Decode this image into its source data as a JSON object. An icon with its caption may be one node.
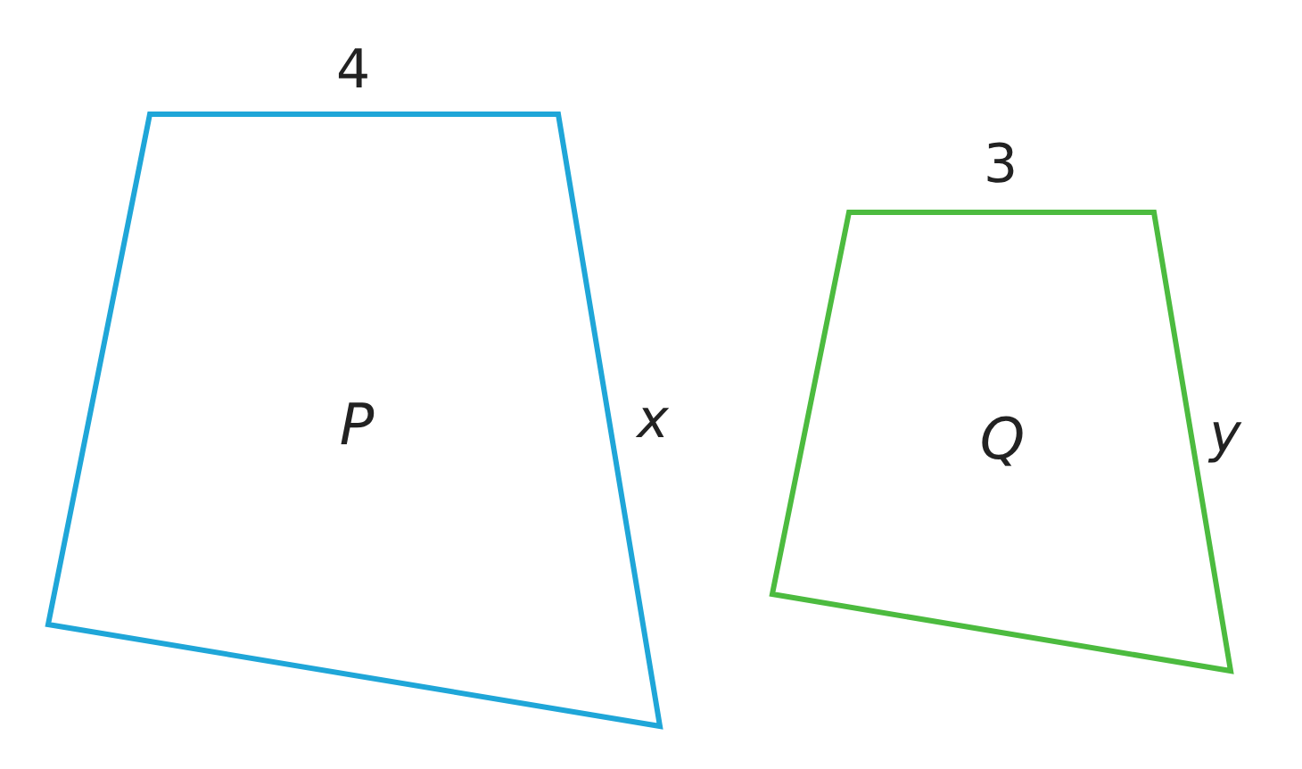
{
  "diagram": {
    "nodes": [
      {
        "text": [
          "P"
        ]
      },
      {
        "text": [
          "Q"
        ]
      }
    ],
    "labels": [
      "4",
      "x",
      "3",
      "y"
    ]
  }
}
